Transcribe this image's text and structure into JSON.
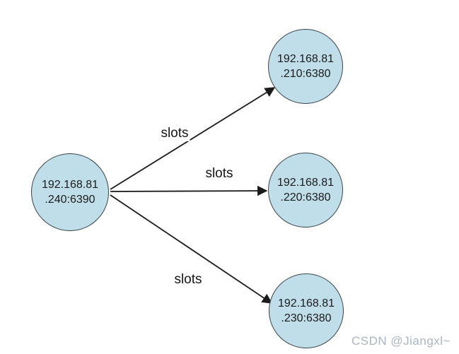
{
  "diagram": {
    "title": "redis-cluster-slots-diagram",
    "nodes": [
      {
        "id": "source",
        "label": "192.168.81\n.240:6390"
      },
      {
        "id": "target-1",
        "label": "192.168.81\n.210:6380"
      },
      {
        "id": "target-2",
        "label": "192.168.81\n.220:6380"
      },
      {
        "id": "target-3",
        "label": "192.168.81\n.230:6380"
      }
    ],
    "edges": [
      {
        "from": "192.168.81.240:6390",
        "to": "192.168.81.210:6380",
        "label": "slots"
      },
      {
        "from": "192.168.81.240:6390",
        "to": "192.168.81.220:6380",
        "label": "slots"
      },
      {
        "from": "192.168.81.240:6390",
        "to": "192.168.81.230:6380",
        "label": "slots"
      }
    ],
    "colors": {
      "node_fill": "#bfdee9",
      "node_border": "#3a444c",
      "arrow": "#1a1a1a",
      "watermark": "#a9b6c2",
      "background": "#ffffff"
    }
  },
  "watermark": "CSDN @Jiangxl~"
}
